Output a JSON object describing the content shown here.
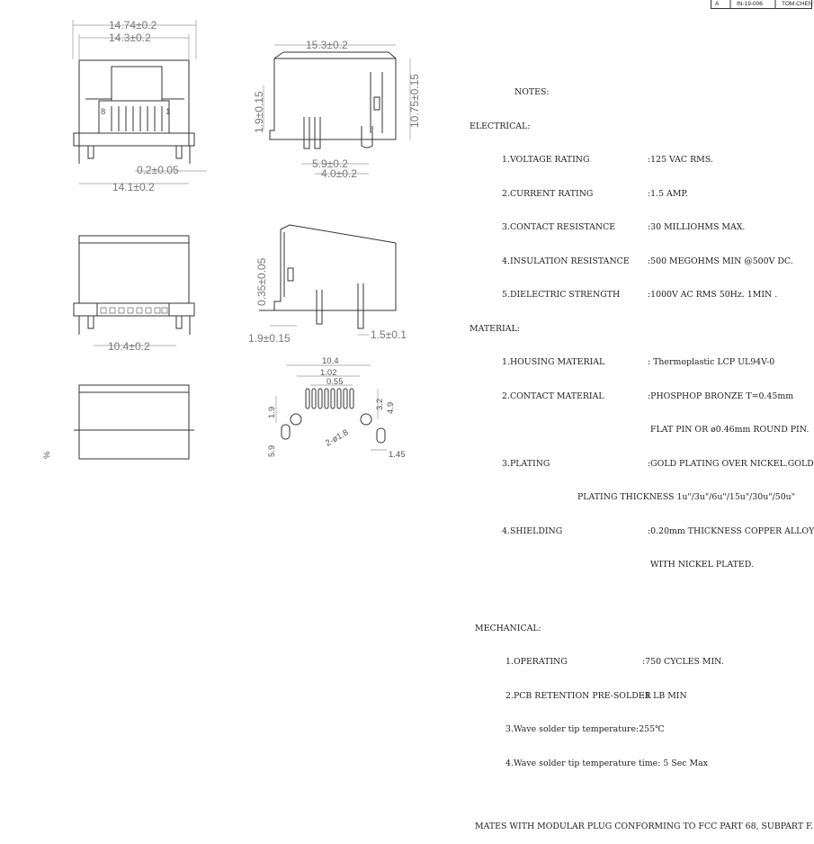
{
  "revision": {
    "rev": "A",
    "doc": "IN-19-006",
    "author": "TOM.CHEN"
  },
  "dims": {
    "front_overall_w": "14.74±0.2",
    "front_body_w": "14.3±0.2",
    "front_pin_w": "0.2±0.05",
    "front_base_w": "14.1±0.2",
    "pin8": "8",
    "pin1": "1",
    "side_depth": "15.3±0.2",
    "side_left_h": "1.9±0.15",
    "side_height": "10.75±0.15",
    "side_pin_a": "5.9±0.2",
    "side_pin_b": "4.0±0.2",
    "bottom_w": "10.4±0.2",
    "side2_h": "0.35±0.05",
    "side2_left": "1.9±0.15",
    "side2_right": "1.5±0.1",
    "pcb_w": "10.4",
    "pcb_pitch2": "1.02",
    "pcb_pitch": "0.55",
    "pcb_row": "1.9",
    "pcb_h1": "3.2",
    "pcb_h2": "4.9",
    "pcb_hole": "2-ø1.8",
    "pcb_bottom": "5.9",
    "pcb_corner": "1.45",
    "rear_leftlabel": "%"
  },
  "notes": {
    "title": "NOTES:",
    "electrical": "ELECTRICAL:",
    "e_items": [
      {
        "label": "1.VOLTAGE RATING",
        "value": ":125 VAC RMS."
      },
      {
        "label": "2.CURRENT RATING",
        "value": ":1.5 AMP."
      },
      {
        "label": "3.CONTACT RESISTANCE",
        "value": ":30 MILLIOHMS MAX."
      },
      {
        "label": "4.INSULATION RESISTANCE",
        "value": ":500 MEGOHMS MIN @500V DC."
      },
      {
        "label": "5.DIELECTRIC STRENGTH",
        "value": ":1000V AC RMS 50Hz. 1MIN ."
      }
    ],
    "material": "MATERIAL:",
    "m_items": [
      {
        "label": "1.HOUSING MATERIAL",
        "value": ": Thermoplastic LCP UL94V-0"
      },
      {
        "label": "2.CONTACT MATERIAL",
        "value": ":PHOSPHOP BRONZE T=0.45mm"
      },
      {
        "label": "",
        "value": " FLAT PIN OR ø0.46mm ROUND PIN."
      },
      {
        "label": "3.PLATING",
        "value": ":GOLD PLATING OVER NICKEL.GOLD"
      }
    ],
    "plating_thickness": "PLATING THICKNESS 1u\"/3u\"/6u\"/15u\"/30u\"/50u\"",
    "s_items": [
      {
        "label": "4.SHIELDING",
        "value": ":0.20mm THICKNESS COPPER ALLOY"
      },
      {
        "label": "",
        "value": " WITH NICKEL PLATED."
      }
    ],
    "mechanical": "MECHANICAL:",
    "mech_items": [
      {
        "label": "1.OPERATING",
        "value": ":750 CYCLES MIN."
      },
      {
        "label": "2.PCB RETENTION PRE-SOLDER",
        "value": ":1 LB MIN"
      }
    ],
    "wave1": "3.Wave solder tip temperature:255℃",
    "wave2": "4.Wave solder tip temperature time: 5 Sec Max",
    "mates": "MATES WITH MODULAR PLUG CONFORMING TO FCC PART 68, SUBPART F."
  }
}
